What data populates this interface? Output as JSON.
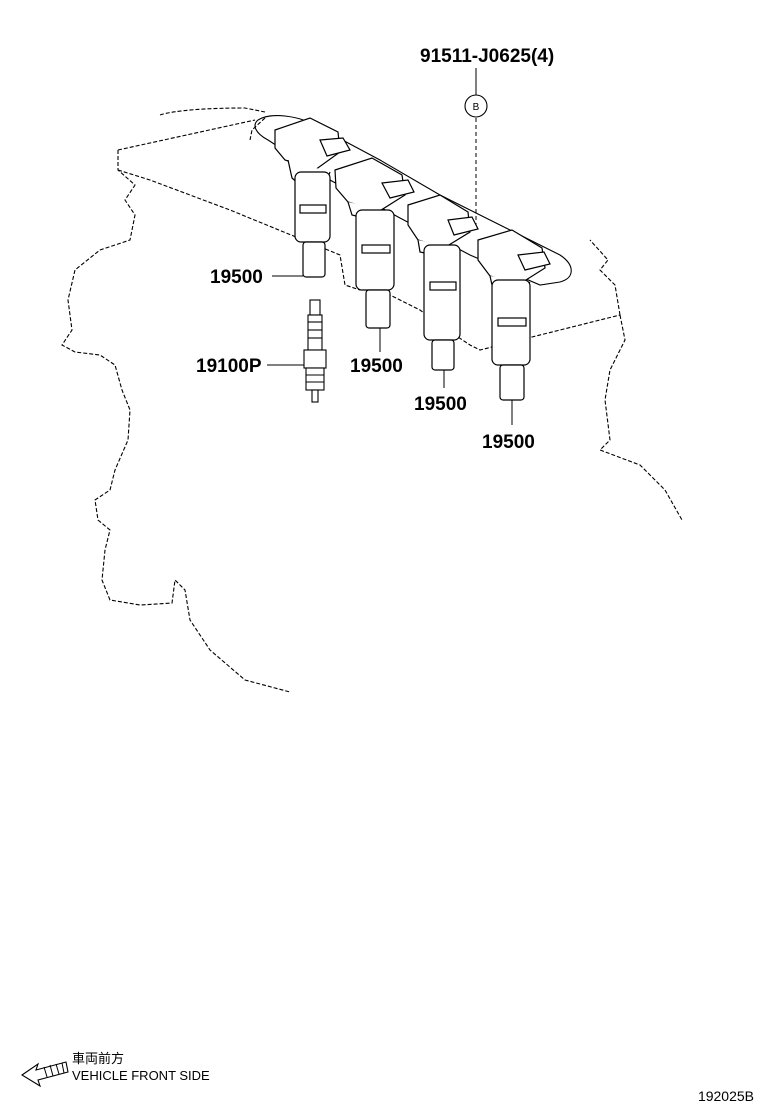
{
  "part_numbers": {
    "bolt": "91511-J0625(4)",
    "coil_1": "19500",
    "coil_2": "19500",
    "coil_3": "19500",
    "coil_4": "19500",
    "spark_plug": "19100P"
  },
  "callout_letter": "B",
  "legend": {
    "japanese": "車両前方",
    "english": "VEHICLE FRONT SIDE"
  },
  "figure_code": "192025B"
}
